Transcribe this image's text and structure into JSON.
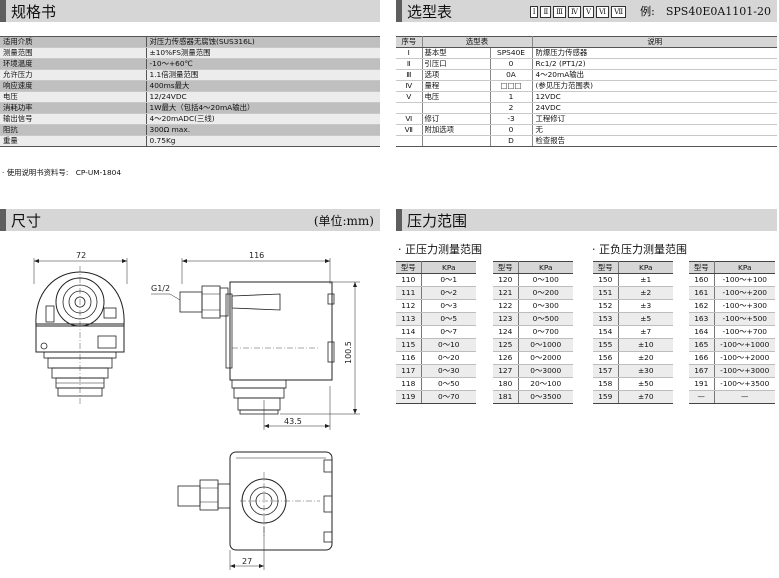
{
  "spec": {
    "title": "规格书",
    "rows": [
      {
        "k": "适用介质",
        "v": "对压力传感器无腐蚀(SUS316L)"
      },
      {
        "k": "测量范围",
        "v": "±10%FS测量范围"
      },
      {
        "k": "环境温度",
        "v": "-10～+60℃"
      },
      {
        "k": "允许压力",
        "v": "1.1倍测量范围"
      },
      {
        "k": "响应速度",
        "v": "400ms最大"
      },
      {
        "k": "电压",
        "v": "12/24VDC"
      },
      {
        "k": "消耗功率",
        "v": "1W最大（包括4～20mA输出）"
      },
      {
        "k": "输出信号",
        "v": "4～20mADC(三线)"
      },
      {
        "k": "阻抗",
        "v": "300Ω max."
      },
      {
        "k": "重量",
        "v": "0.75Kg"
      }
    ],
    "note": "· 使用说明书资料号:　CP-UM-1804"
  },
  "selection": {
    "title": "选型表",
    "roman_boxes": [
      "Ⅰ",
      "Ⅱ",
      "Ⅲ",
      "Ⅳ",
      "Ⅴ",
      "Ⅵ",
      "Ⅶ"
    ],
    "example": "例:　SPS40E0A1101-20",
    "headers": [
      "序号",
      "选型表",
      "说明"
    ],
    "rows": [
      {
        "no": "Ⅰ",
        "item": "基本型",
        "code": "SPS40E",
        "desc": "防爆压力传感器"
      },
      {
        "no": "Ⅱ",
        "item": "引压口",
        "code": "0",
        "desc": "Rc1/2 (PT1/2)"
      },
      {
        "no": "Ⅲ",
        "item": "选项",
        "code": "0A",
        "desc": "4～20mA输出"
      },
      {
        "no": "Ⅳ",
        "item": "量程",
        "code": "□□□",
        "desc": "(参见压力范围表)"
      },
      {
        "no": "Ⅴ",
        "item": "电压",
        "code": "1",
        "desc": "12VDC"
      },
      {
        "no": "",
        "item": "",
        "code": "2",
        "desc": "24VDC"
      },
      {
        "no": "Ⅵ",
        "item": "修订",
        "code": "-3",
        "desc": "工程修订"
      },
      {
        "no": "Ⅶ",
        "item": "附加选项",
        "code": "0",
        "desc": "无"
      },
      {
        "no": "",
        "item": "",
        "code": "D",
        "desc": "检查报告"
      }
    ]
  },
  "dimensions": {
    "title": "尺寸",
    "unit": "(单位:mm)",
    "labels": {
      "w72": "72",
      "w116": "116",
      "h100": "100.5",
      "w43": "43.5",
      "w27": "27",
      "port": "G1/2"
    }
  },
  "ranges": {
    "title": "压力范围",
    "positive_title": "· 正压力测量范围",
    "posneg_title": "· 正负压力测量范围",
    "col_model": "型号",
    "col_kpa": "KPa",
    "tables": [
      [
        [
          "110",
          "0～1"
        ],
        [
          "111",
          "0～2"
        ],
        [
          "112",
          "0～3"
        ],
        [
          "113",
          "0～5"
        ],
        [
          "114",
          "0～7"
        ],
        [
          "115",
          "0～10"
        ],
        [
          "116",
          "0～20"
        ],
        [
          "117",
          "0～30"
        ],
        [
          "118",
          "0～50"
        ],
        [
          "119",
          "0～70"
        ]
      ],
      [
        [
          "120",
          "0～100"
        ],
        [
          "121",
          "0～200"
        ],
        [
          "122",
          "0～300"
        ],
        [
          "123",
          "0～500"
        ],
        [
          "124",
          "0～700"
        ],
        [
          "125",
          "0～1000"
        ],
        [
          "126",
          "0～2000"
        ],
        [
          "127",
          "0～3000"
        ],
        [
          "180",
          "20～100"
        ],
        [
          "181",
          "0～3500"
        ]
      ],
      [
        [
          "150",
          "±1"
        ],
        [
          "151",
          "±2"
        ],
        [
          "152",
          "±3"
        ],
        [
          "153",
          "±5"
        ],
        [
          "154",
          "±7"
        ],
        [
          "155",
          "±10"
        ],
        [
          "156",
          "±20"
        ],
        [
          "157",
          "±30"
        ],
        [
          "158",
          "±50"
        ],
        [
          "159",
          "±70"
        ]
      ],
      [
        [
          "160",
          "-100～+100"
        ],
        [
          "161",
          "-100～+200"
        ],
        [
          "162",
          "-100～+300"
        ],
        [
          "163",
          "-100～+500"
        ],
        [
          "164",
          "-100～+700"
        ],
        [
          "165",
          "-100～+1000"
        ],
        [
          "166",
          "-100～+2000"
        ],
        [
          "167",
          "-100～+3000"
        ],
        [
          "191",
          "-100～+3500"
        ],
        [
          "—",
          "—"
        ]
      ]
    ]
  }
}
